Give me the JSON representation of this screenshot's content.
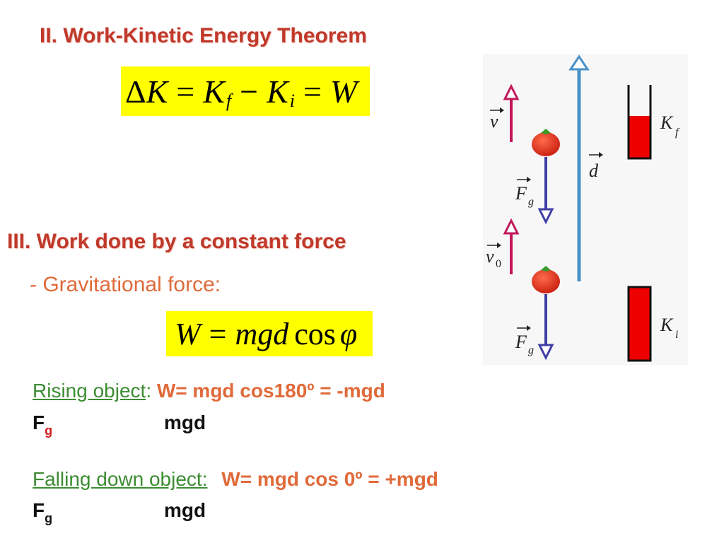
{
  "section2": {
    "heading": "II. Work-Kinetic Energy Theorem",
    "equation": {
      "delta": "Δ",
      "K": "K",
      "eq1": "=",
      "K1": "K",
      "f": "f",
      "minus": "−",
      "K2": "K",
      "i": "i",
      "eq2": "=",
      "W": "W"
    }
  },
  "section3": {
    "heading": "III. Work done by a constant force",
    "gravitational": "- Gravitational force:",
    "equation": {
      "W": "W",
      "eq": "=",
      "mgd": "mgd",
      "cos": "cos",
      "phi": "φ"
    }
  },
  "rising": {
    "label": "Rising object",
    "colon": ":",
    "formula": "W= mgd cos180º = -mgd",
    "fg_base": "F",
    "fg_sub": "g",
    "fg_value": "mgd"
  },
  "falling": {
    "label": "Falling down object:",
    "formula": "W= mgd cos 0º = +mgd",
    "fg_base": "F",
    "fg_sub": "g",
    "fg_value": "mgd"
  },
  "diagram": {
    "v": "v",
    "v0": "v",
    "v0_sub": "0",
    "Fg_top": "F",
    "Fg_top_sub": "g",
    "Fg_bottom": "F",
    "Fg_bottom_sub": "g",
    "d": "d",
    "Kf": "K",
    "Kf_sub": "f",
    "Ki": "K",
    "Ki_sub": "i",
    "colors": {
      "velocity_arrow": "#c2185b",
      "force_arrow": "#3f3fa6",
      "displacement_arrow": "#4a90c8",
      "energy_fill": "#ee0000",
      "heading": "#c0392b",
      "highlight": "#ffff00"
    },
    "objects": [
      "tomato-icon",
      "tomato-icon"
    ]
  }
}
